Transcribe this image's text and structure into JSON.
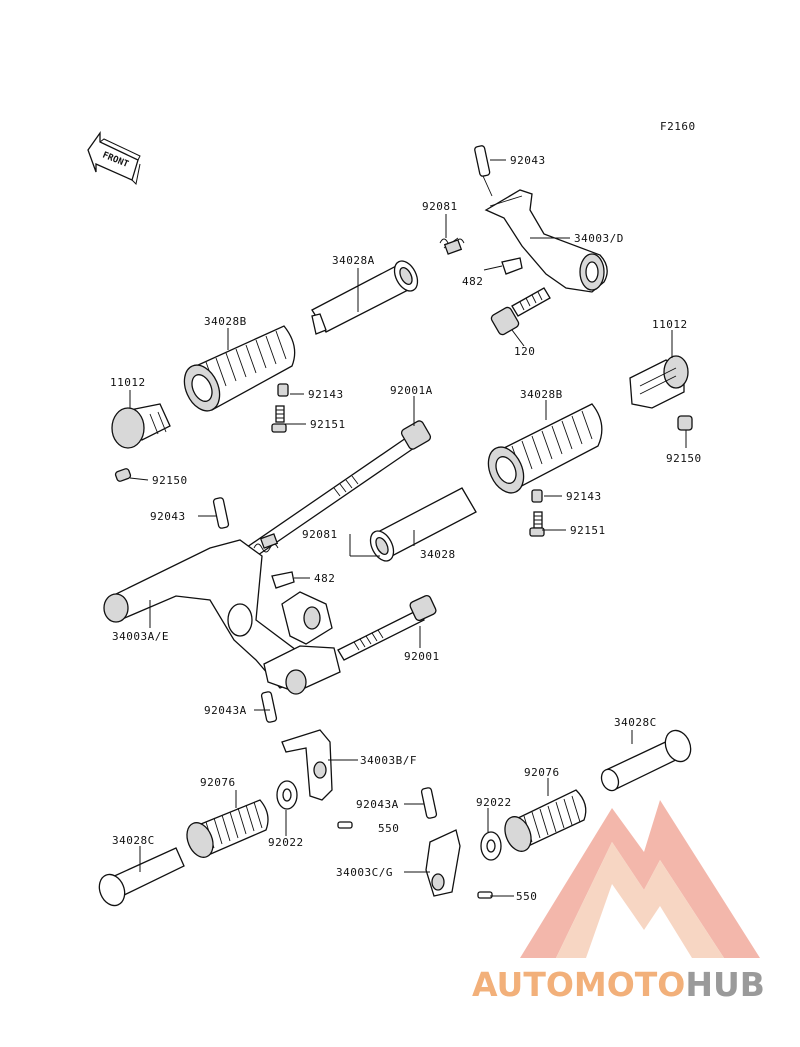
{
  "figure_code": "F2160",
  "front_arrow_text": "FRONT",
  "callouts": {
    "p92043_top": "92043",
    "p92081_top": "92081",
    "p34003d": "34003/D",
    "p34028a": "34028A",
    "p482_top": "482",
    "p120": "120",
    "p34028b_left": "34028B",
    "p11012_right": "11012",
    "p11012_left": "11012",
    "p92143_left": "92143",
    "p92001a": "92001A",
    "p34028b_right": "34028B",
    "p92151_left": "92151",
    "p92150_right": "92150",
    "p92150_left": "92150",
    "p92143_right": "92143",
    "p92043_mid": "92043",
    "p92151_right": "92151",
    "p92081_mid": "92081",
    "p34028": "34028",
    "p482_mid": "482",
    "p34003ae": "34003A/E",
    "p92001": "92001",
    "p92043a_left": "92043A",
    "p34028c_right": "34028C",
    "p34003bf": "34003B/F",
    "p92076_left": "92076",
    "p92076_right": "92076",
    "p92043a_right": "92043A",
    "p92022_right": "92022",
    "p550_top": "550",
    "p92022_left": "92022",
    "p34028c_left": "34028C",
    "p34003cg": "34003C/G",
    "p550_bottom": "550"
  },
  "watermark": {
    "part1": "AUTOMOTO",
    "part2": "HUB",
    "color_primary": "#f0a090",
    "color_secondary": "#f5c9b0",
    "color_dark": "#9a9a9a"
  }
}
